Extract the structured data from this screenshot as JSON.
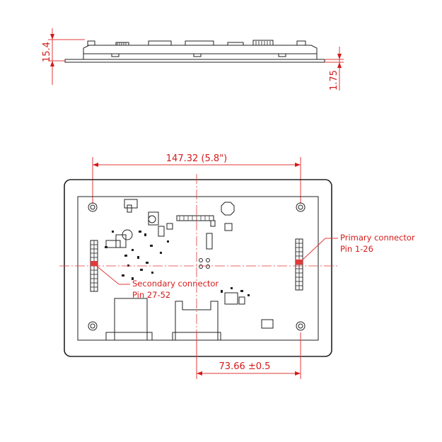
{
  "side_view": {
    "height_dim": "15.4",
    "glass_dim": "1.75"
  },
  "top_view": {
    "width_dim": "147.32 (5.8\")",
    "offset_dim": "73.66 ±0.5"
  },
  "callouts": {
    "primary": {
      "line1": "Primary connector",
      "line2": "Pin 1-26"
    },
    "secondary": {
      "line1": "Secondary connector",
      "line2": "Pin 27-52"
    }
  },
  "colors": {
    "dimension": "#d41a1a",
    "outline": "#222222",
    "connector_marker": "#e23a3a"
  }
}
